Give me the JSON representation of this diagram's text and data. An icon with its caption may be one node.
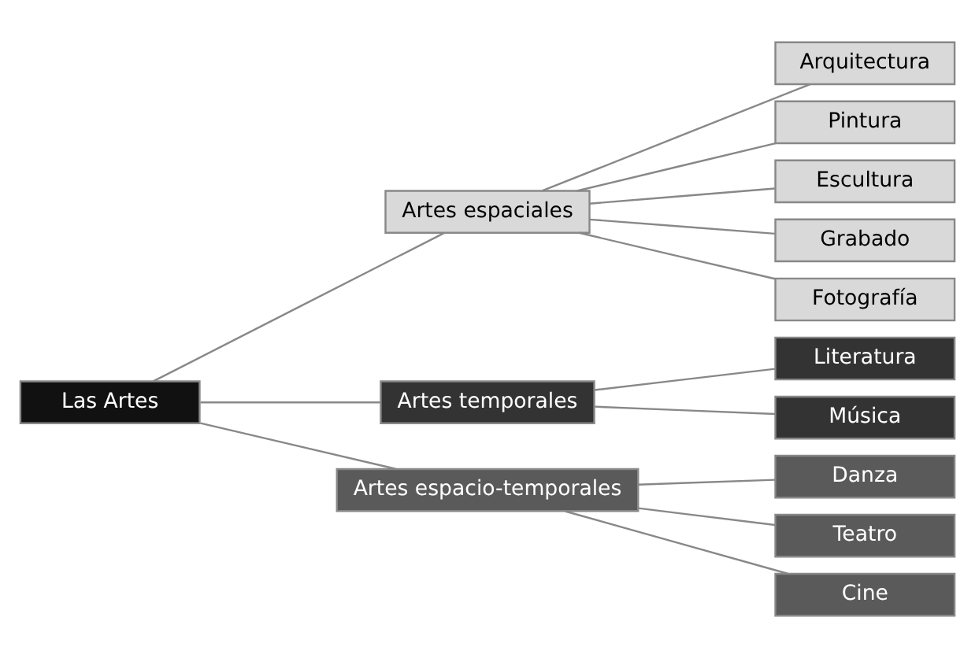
{
  "diagram": {
    "nodes": [
      {
        "text": [
          "Las Artes"
        ]
      },
      {
        "text": [
          "Artes espaciales"
        ]
      },
      {
        "text": [
          "Artes temporales"
        ]
      },
      {
        "text": [
          "Artes espacio-temporales"
        ]
      },
      {
        "text": [
          "Arquitectura"
        ]
      },
      {
        "text": [
          "Pintura"
        ]
      },
      {
        "text": [
          "Escultura"
        ]
      },
      {
        "text": [
          "Grabado"
        ]
      },
      {
        "text": [
          "Fotografía"
        ]
      },
      {
        "text": [
          "Literatura"
        ]
      },
      {
        "text": [
          "Música"
        ]
      },
      {
        "text": [
          "Danza"
        ]
      },
      {
        "text": [
          "Teatro"
        ]
      },
      {
        "text": [
          "Cine"
        ]
      }
    ],
    "edges": [
      {
        "from": 0,
        "to": 1,
        "arrow": "none"
      },
      {
        "from": 0,
        "to": 2,
        "arrow": "none"
      },
      {
        "from": 0,
        "to": 3,
        "arrow": "none"
      },
      {
        "from": 1,
        "to": 4,
        "arrow": "none"
      },
      {
        "from": 1,
        "to": 5,
        "arrow": "none"
      },
      {
        "from": 1,
        "to": 6,
        "arrow": "none"
      },
      {
        "from": 1,
        "to": 7,
        "arrow": "none"
      },
      {
        "from": 1,
        "to": 8,
        "arrow": "none"
      },
      {
        "from": 2,
        "to": 9,
        "arrow": "none"
      },
      {
        "from": 2,
        "to": 10,
        "arrow": "none"
      },
      {
        "from": 3,
        "to": 11,
        "arrow": "none"
      },
      {
        "from": 3,
        "to": 12,
        "arrow": "none"
      },
      {
        "from": 3,
        "to": 13,
        "arrow": "none"
      }
    ]
  }
}
